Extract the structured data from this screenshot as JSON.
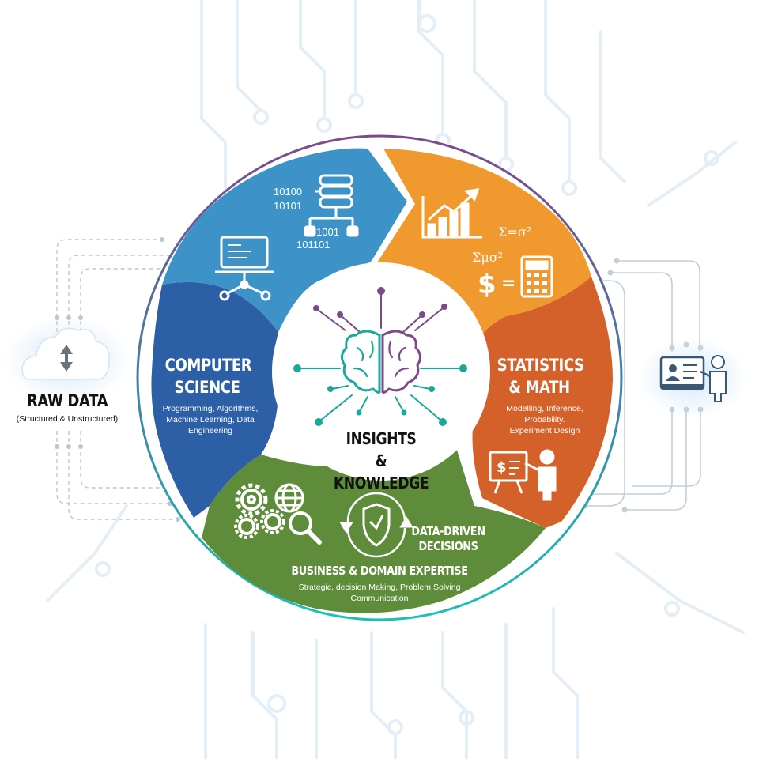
{
  "raw_data": {
    "title": "RAW DATA",
    "subtitle": "(Structured & Unstructured)"
  },
  "center": {
    "line1": "INSIGHTS",
    "line2": "& KNOWLEDGE"
  },
  "computer_science": {
    "line1": "COMPUTER",
    "line2": "SCIENCE",
    "desc_line1": "Programming, Algorithms,",
    "desc_line2": "Machine Learning, Data",
    "desc_line3": "Engineering",
    "binary1": "10100",
    "binary2": "10101",
    "binary3": "1001",
    "binary4": "101101"
  },
  "statistics": {
    "line1": "STATISTICS",
    "line2": "& MATH",
    "desc_line1": "Modelling, Inference,",
    "desc_line2": "Probability.",
    "desc_line3": "Experiment Design",
    "formula1": "Σ=σ²",
    "formula2": "Σμσ²",
    "dollar": "$",
    "equals": "="
  },
  "business": {
    "title": "BUSINESS & DOMAIN EXPERTISE",
    "desc_line1": "Strategic, decision Making, Problem Solving",
    "desc_line2": "Communication",
    "dd_line1": "DATA-DRIVEN",
    "dd_line2": "DECISIONS"
  },
  "colors": {
    "computer_science_light": "#3d93c8",
    "computer_science_dark": "#2c5fa6",
    "statistics_orange": "#f0992f",
    "statistics_red": "#d4602a",
    "business_green": "#5e8c3a",
    "center_teal": "#19a89a",
    "center_purple": "#7c4a8a"
  }
}
